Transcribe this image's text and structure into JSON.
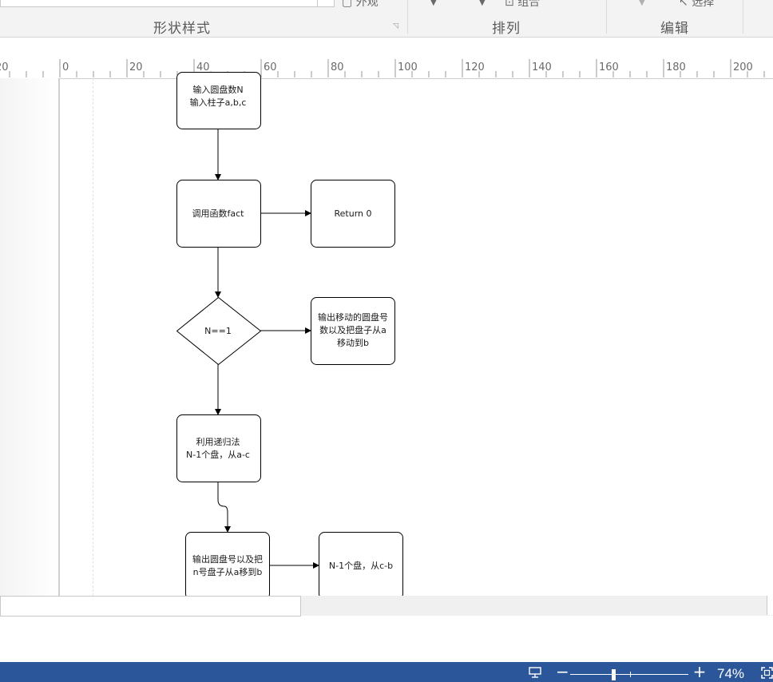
{
  "ribbon": {
    "groups": [
      {
        "label": "形状样式"
      },
      {
        "label": "排列"
      },
      {
        "label": "编辑"
      }
    ],
    "fragments": [
      "外观",
      "组合",
      "选择"
    ]
  },
  "ruler": {
    "labels": [
      "20",
      "0",
      "20",
      "40",
      "60",
      "80",
      "100",
      "120",
      "140",
      "160",
      "180",
      "200"
    ]
  },
  "flowchart": {
    "nodes": [
      {
        "id": "input",
        "shape": "rect",
        "lines": [
          "输入圆盘数N",
          "输入柱子a,b,c"
        ]
      },
      {
        "id": "call",
        "shape": "rect",
        "lines": [
          "调用函数fact"
        ]
      },
      {
        "id": "return",
        "shape": "rect",
        "lines": [
          "Return 0"
        ]
      },
      {
        "id": "decision",
        "shape": "diamond",
        "lines": [
          "N==1"
        ]
      },
      {
        "id": "output-move",
        "shape": "rect",
        "lines": [
          "输出移动的圆盘号",
          "数以及把盘子从a",
          "移动到b"
        ]
      },
      {
        "id": "recurse",
        "shape": "rect",
        "lines": [
          "利用递归法",
          "N-1个盘，从a-c"
        ]
      },
      {
        "id": "output-n",
        "shape": "rect",
        "lines": [
          "输出圆盘号以及把",
          "n号盘子从a移到b"
        ]
      },
      {
        "id": "move-cb",
        "shape": "rect",
        "lines": [
          "N-1个盘，从c-b"
        ]
      }
    ]
  },
  "statusbar": {
    "zoom_level": "74%",
    "zoom_percent": 74
  }
}
